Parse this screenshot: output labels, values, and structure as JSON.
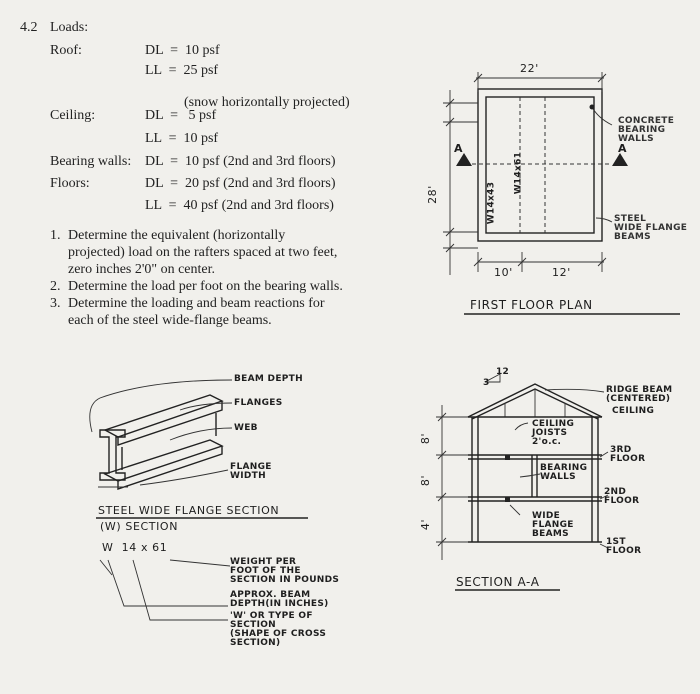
{
  "problem_number": "4.2",
  "section_title": "Loads:",
  "loads": {
    "roof_label": "Roof:",
    "roof_dl": "DL  =  10 psf",
    "roof_ll": "LL  =  25 psf",
    "roof_note": "(snow horizontally projected)",
    "ceiling_label": "Ceiling:",
    "ceiling_dl": "DL  =   5 psf",
    "ceiling_ll": "LL  =  10 psf",
    "bearing_label": "Bearing walls:",
    "bearing_dl": "DL  =  10 psf (2nd and 3rd floors)",
    "floors_label": "Floors:",
    "floors_dl": "DL  =  20 psf (2nd and 3rd floors)",
    "floors_ll": "LL  =  40 psf (2nd and 3rd floors)"
  },
  "questions": [
    {
      "num": "1.",
      "lines": [
        "Determine the equivalent (horizontally",
        "projected) load on the rafters spaced at two feet,",
        "zero inches 2'0\" on center."
      ]
    },
    {
      "num": "2.",
      "lines": [
        "Determine the load per foot on the bearing walls."
      ]
    },
    {
      "num": "3.",
      "lines": [
        "Determine the loading and beam reactions for",
        "each of the steel wide-flange beams."
      ]
    }
  ],
  "plan": {
    "dim_top": "22'",
    "dim_left": "28'",
    "dim_bottom_left": "10'",
    "dim_bottom_right": "12'",
    "beam_left": "W14x43",
    "beam_right": "W14x61",
    "section_mark": "A",
    "label_concrete": [
      "CONCRETE",
      "BEARING",
      "WALLS"
    ],
    "label_steel": [
      "STEEL",
      "WIDE FLANGE",
      "BEAMS"
    ],
    "title": "FIRST FLOOR PLAN"
  },
  "beam_detail": {
    "beam_depth": "BEAM DEPTH",
    "flanges": "FLANGES",
    "web": "WEB",
    "flange_width": [
      "FLANGE",
      "WIDTH"
    ],
    "title_line1": "STEEL WIDE FLANGE SECTION",
    "title_line2": "(W) SECTION",
    "designation": "W  14 x 61",
    "note_weight": [
      "WEIGHT PER",
      "FOOT OF THE",
      "SECTION IN POUNDS"
    ],
    "note_depth": [
      "APPROX. BEAM",
      "DEPTH(IN INCHES)"
    ],
    "note_type": [
      "'W' OR TYPE OF",
      "SECTION",
      "(SHAPE OF CROSS",
      "SECTION)"
    ]
  },
  "section": {
    "dim_12": "12",
    "dim_3": "3",
    "dim_8a": "8'",
    "dim_8b": "8'",
    "dim_4": "4'",
    "ridge": [
      "RIDGE BEAM",
      "(CENTERED)"
    ],
    "ceiling": "CEILING",
    "ceiling_joists": [
      "CEILING",
      "JOISTS",
      "2'o.c."
    ],
    "third_floor": [
      "3RD",
      "FLOOR"
    ],
    "bearing_walls": [
      "BEARING",
      "WALLS"
    ],
    "second_floor": [
      "2ND",
      "FLOOR"
    ],
    "wide_flange": [
      "WIDE",
      "FLANGE",
      "BEAMS"
    ],
    "first_floor": [
      "1ST",
      "FLOOR"
    ],
    "title": "SECTION A-A"
  }
}
